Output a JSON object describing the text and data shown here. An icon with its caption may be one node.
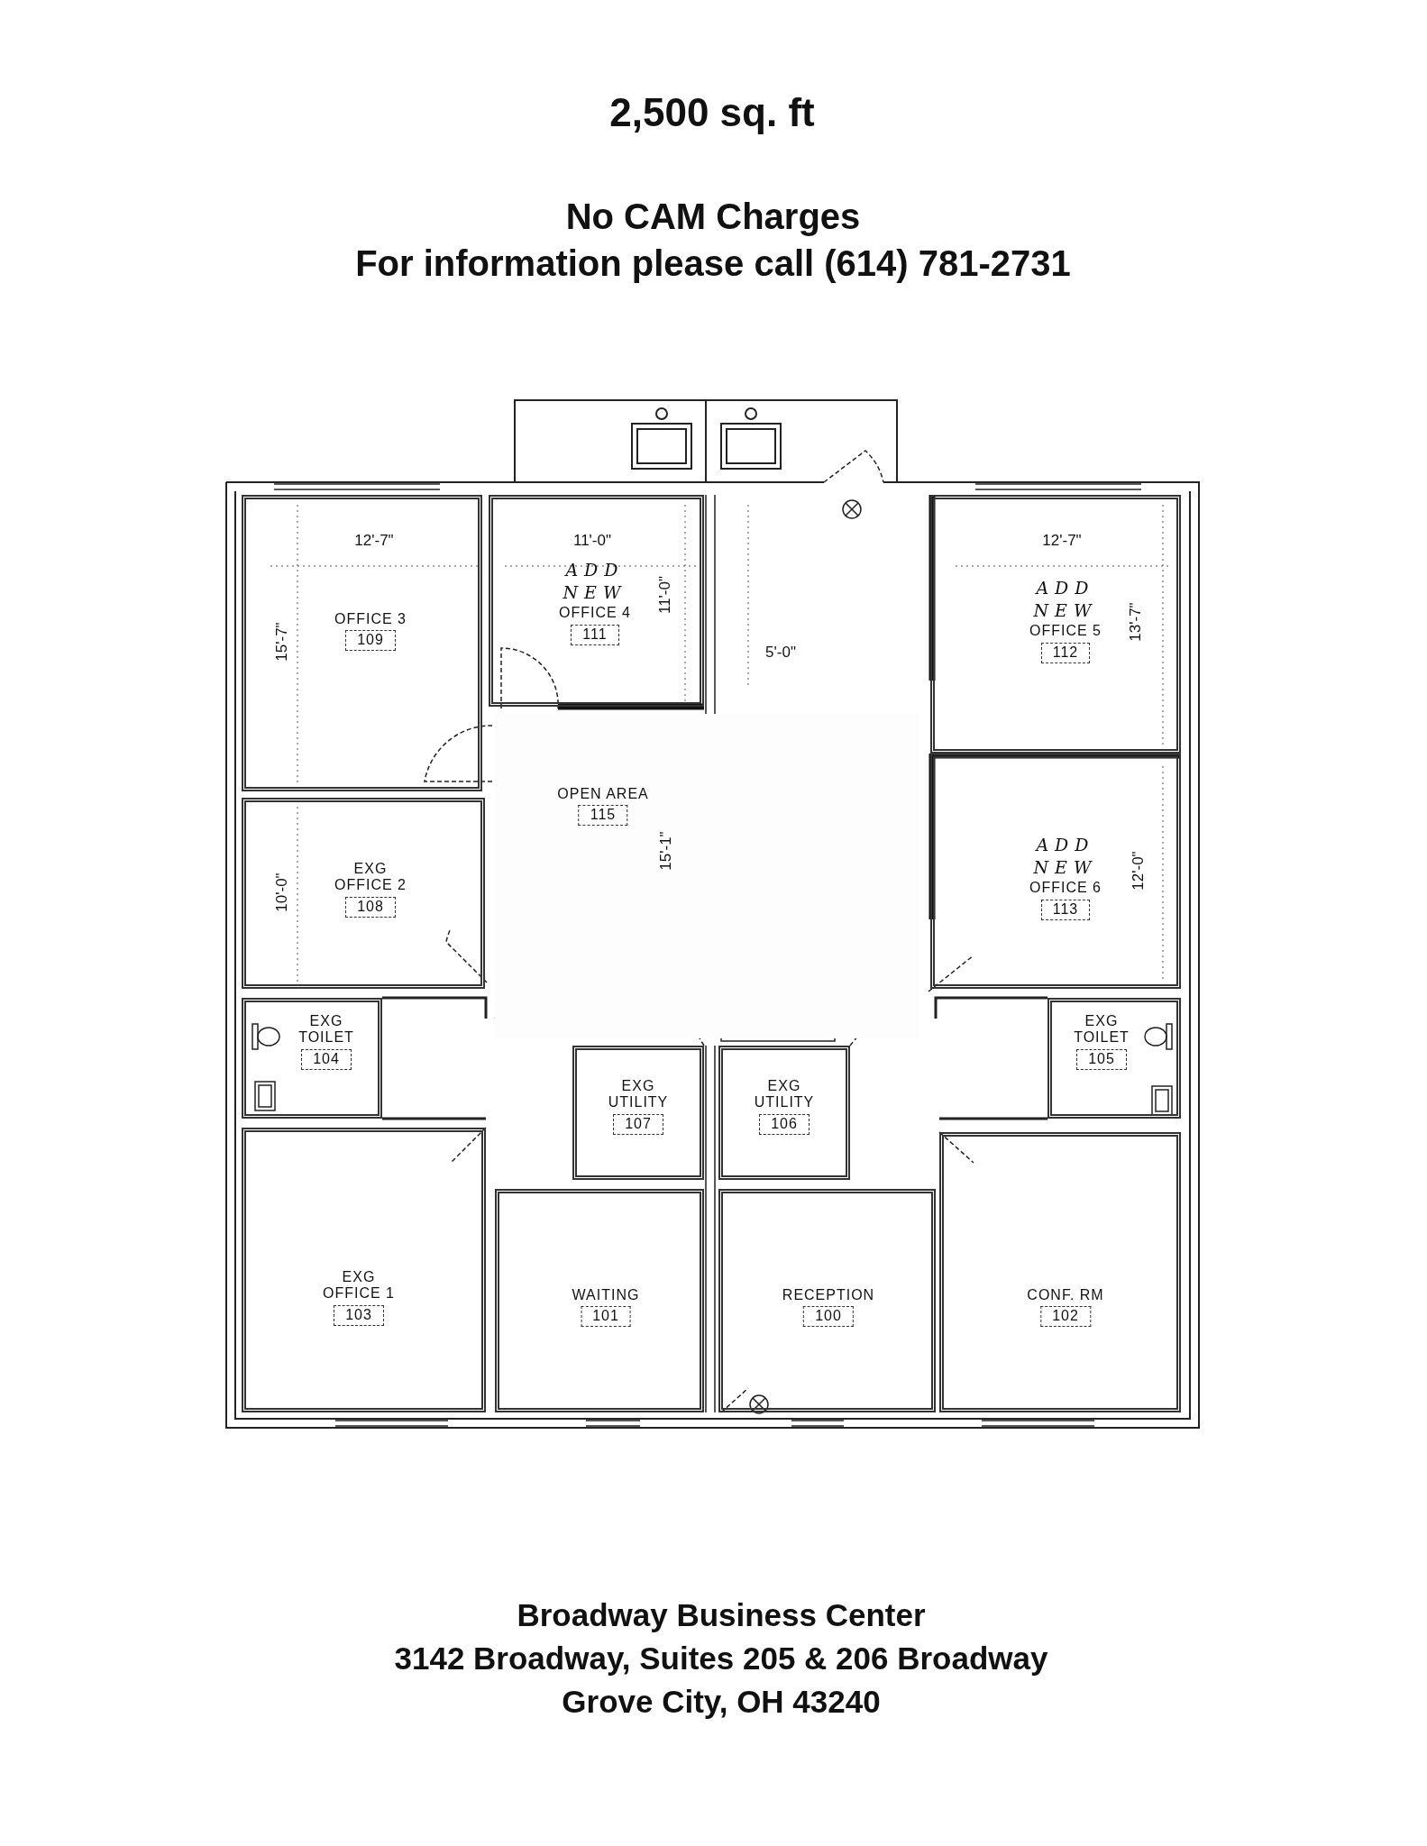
{
  "diagram": {
    "title": "2,500 sq. ft",
    "nodes": [
      {
        "text": [
          "OFFICE 3",
          "109"
        ]
      },
      {
        "text": [
          "ADD NEW",
          "OFFICE 4",
          "111"
        ]
      },
      {
        "text": [
          "ADD NEW",
          "OFFICE 5",
          "112"
        ]
      },
      {
        "text": [
          "OPEN AREA",
          "115"
        ]
      },
      {
        "text": [
          "EXG OFFICE 2",
          "108"
        ]
      },
      {
        "text": [
          "ADD NEW",
          "OFFICE 6",
          "113"
        ]
      },
      {
        "text": [
          "EXG TOILET",
          "104"
        ]
      },
      {
        "text": [
          "EXG TOILET",
          "105"
        ]
      },
      {
        "text": [
          "EXG UTILITY",
          "107"
        ]
      },
      {
        "text": [
          "EXG UTILITY",
          "106"
        ]
      },
      {
        "text": [
          "EXG OFFICE 1",
          "103"
        ]
      },
      {
        "text": [
          "WAITING",
          "101"
        ]
      },
      {
        "text": [
          "RECEPTION",
          "100"
        ]
      },
      {
        "text": [
          "CONF. RM",
          "102"
        ]
      }
    ],
    "labels": [
      "No CAM Charges",
      "For information please call (614) 781-2731",
      "12'-7\"",
      "15'-7\"",
      "11'-0\"",
      "11'-0\"",
      "5'-0\"",
      "12'-7\"",
      "13'-7\"",
      "15'-1\"",
      "10'-0\"",
      "12'-0\"",
      "Broadway Business Center",
      "3142 Broadway, Suites 205 & 206 Broadway",
      "Grove City, OH 43240"
    ]
  }
}
